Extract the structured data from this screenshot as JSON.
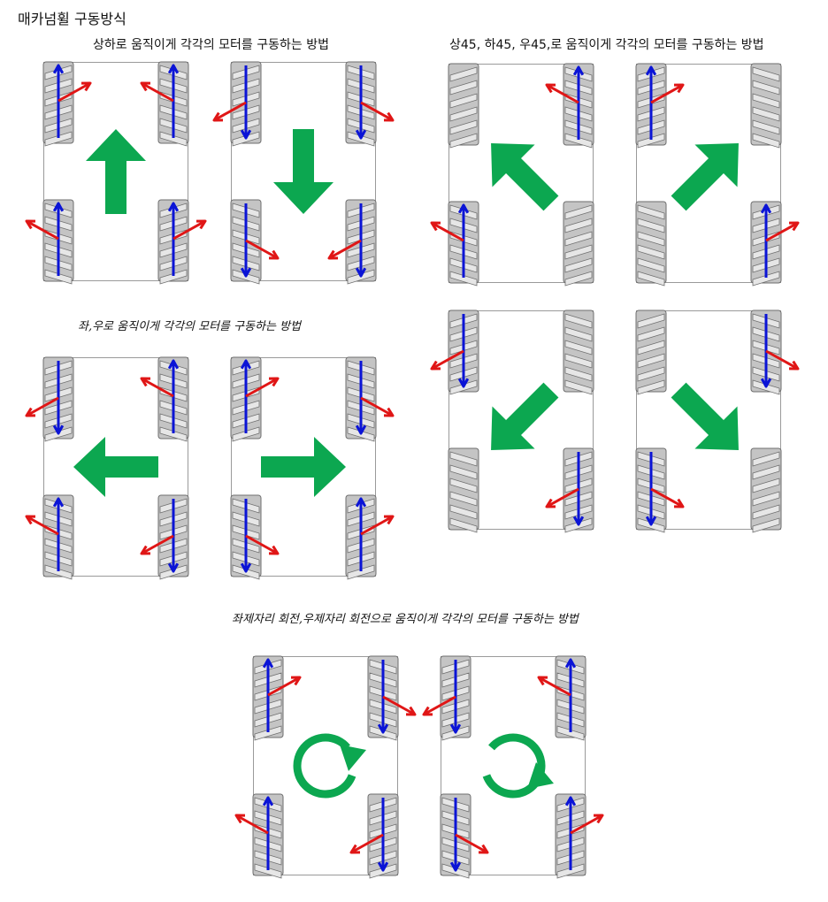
{
  "page_title": "매카넘휠 구동방식",
  "sections": {
    "updown": "상하로 움직이게 각각의 모터를 구동하는 방법",
    "diagonal": "상45, 하45, 우45,로 움직이게 각각의 모터를 구동하는 방법",
    "leftright": "좌,우로 움직이게 각각의 모터를 구동하는 방법",
    "rotate": "좌제자리 회전,우제자리 회전으로 움직이게 각각의 모터를 구동하는 방법"
  },
  "colors": {
    "frame": "#9a9a9a",
    "wheel": "#c4c4c4",
    "wheel_dark": "#6e6e6e",
    "roller": "#e6e6e6",
    "motion_arrow": "#0ca750",
    "blue_arrow": "#0b14d6",
    "red_arrow": "#e01616"
  },
  "diagrams": [
    {
      "name": "forward",
      "motion": "arrow-up",
      "wheels": {
        "tl": "up",
        "tr": "up",
        "bl": "up",
        "br": "up"
      },
      "blue_flipped": [],
      "red_flipped": [
        "tr",
        "bl"
      ]
    },
    {
      "name": "backward",
      "motion": "arrow-down",
      "wheels": {
        "tl": "down",
        "tr": "down",
        "bl": "down",
        "br": "down"
      },
      "red_flipped": [
        "tr",
        "bl"
      ]
    },
    {
      "name": "diagonal-up-left",
      "motion": "arrow-up-left",
      "wheels": {
        "tl": "none",
        "tr": "up",
        "bl": "up",
        "br": "none"
      }
    },
    {
      "name": "diagonal-up-right",
      "motion": "arrow-up-right",
      "wheels": {
        "tl": "up",
        "tr": "none",
        "bl": "none",
        "br": "up"
      }
    },
    {
      "name": "move-left",
      "motion": "arrow-left",
      "wheels": {
        "tl": "down",
        "tr": "up",
        "bl": "up",
        "br": "down"
      }
    },
    {
      "name": "move-right",
      "motion": "arrow-right",
      "wheels": {
        "tl": "up",
        "tr": "down",
        "bl": "down",
        "br": "up"
      }
    },
    {
      "name": "diagonal-down-left",
      "motion": "arrow-down-left",
      "wheels": {
        "tl": "down",
        "tr": "none",
        "bl": "none",
        "br": "down"
      }
    },
    {
      "name": "diagonal-down-right",
      "motion": "arrow-down-right",
      "wheels": {
        "tl": "none",
        "tr": "down",
        "bl": "down",
        "br": "none"
      }
    },
    {
      "name": "rotate-clockwise",
      "motion": "rotate-cw",
      "wheels": {
        "tl": "up",
        "tr": "down",
        "bl": "up",
        "br": "down"
      }
    },
    {
      "name": "rotate-counterclockwise",
      "motion": "rotate-ccw",
      "wheels": {
        "tl": "down",
        "tr": "up",
        "bl": "down",
        "br": "up"
      }
    }
  ]
}
